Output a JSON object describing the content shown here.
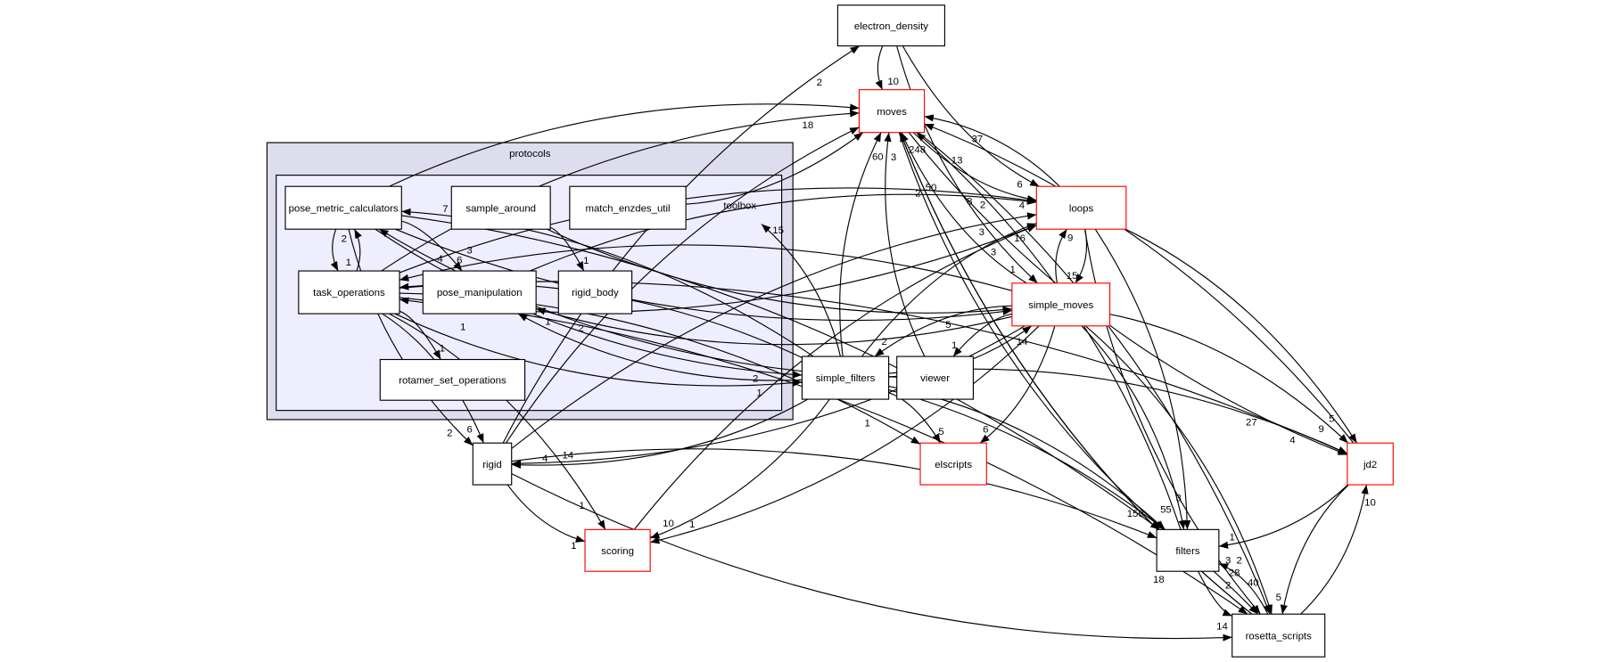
{
  "colors": {
    "highlight_border": "#ff0000",
    "outer_cluster": "#ddddee",
    "inner_cluster": "#eeeeff"
  },
  "clusters": {
    "outer_label": "protocols",
    "inner_label": "toolbox"
  },
  "nodes": {
    "electron_density": {
      "label": "electron_density",
      "highlighted": false
    },
    "moves": {
      "label": "moves",
      "highlighted": true
    },
    "loops": {
      "label": "loops",
      "highlighted": true
    },
    "simple_moves": {
      "label": "simple_moves",
      "highlighted": true
    },
    "viewer": {
      "label": "viewer",
      "highlighted": false
    },
    "simple_filters": {
      "label": "simple_filters",
      "highlighted": false
    },
    "pose_metric_calculators": {
      "label": "pose_metric_calculators",
      "highlighted": false
    },
    "sample_around": {
      "label": "sample_around",
      "highlighted": false
    },
    "match_enzdes_util": {
      "label": "match_enzdes_util",
      "highlighted": false
    },
    "task_operations": {
      "label": "task_operations",
      "highlighted": false
    },
    "pose_manipulation": {
      "label": "pose_manipulation",
      "highlighted": false
    },
    "rigid_body": {
      "label": "rigid_body",
      "highlighted": false
    },
    "rotamer_set_operations": {
      "label": "rotamer_set_operations",
      "highlighted": false
    },
    "rigid": {
      "label": "rigid",
      "highlighted": false
    },
    "elscripts": {
      "label": "elscripts",
      "highlighted": true
    },
    "jd2": {
      "label": "jd2",
      "highlighted": true
    },
    "scoring": {
      "label": "scoring",
      "highlighted": true
    },
    "filters": {
      "label": "filters",
      "highlighted": false
    },
    "rosetta_scripts": {
      "label": "rosetta_scripts",
      "highlighted": false
    }
  },
  "edges": [
    {
      "from": "electron_density",
      "to": "moves",
      "label": "10"
    },
    {
      "from": "electron_density",
      "to": "loops",
      "label": "6"
    },
    {
      "from": "electron_density",
      "to": "simple_moves",
      "label": "1"
    },
    {
      "from": "rigid",
      "to": "electron_density",
      "label": "2"
    },
    {
      "from": "pose_metric_calculators",
      "to": "moves",
      "label": ""
    },
    {
      "from": "match_enzdes_util",
      "to": "moves",
      "label": ""
    },
    {
      "from": "task_operations",
      "to": "moves",
      "label": "18"
    },
    {
      "from": "rigid",
      "to": "moves",
      "label": ""
    },
    {
      "from": "filters",
      "to": "moves",
      "label": "13"
    },
    {
      "from": "simple_filters",
      "to": "moves",
      "label": "60"
    },
    {
      "from": "viewer",
      "to": "moves",
      "label": "3"
    },
    {
      "from": "loops",
      "to": "moves",
      "label": ""
    },
    {
      "from": "simple_moves",
      "to": "moves",
      "label": "248"
    },
    {
      "from": "jd2",
      "to": "moves",
      "label": "37"
    },
    {
      "from": "rosetta_scripts",
      "to": "moves",
      "label": "50"
    },
    {
      "from": "moves",
      "to": "loops",
      "label": "4"
    },
    {
      "from": "moves",
      "to": "jd2",
      "label": "4"
    },
    {
      "from": "moves",
      "to": "rosetta_scripts",
      "label": "2"
    },
    {
      "from": "moves",
      "to": "filters",
      "label": ""
    },
    {
      "from": "pose_manipulation",
      "to": "loops",
      "label": "2"
    },
    {
      "from": "task_operations",
      "to": "loops",
      "label": "8"
    },
    {
      "from": "simple_filters",
      "to": "loops",
      "label": "16"
    },
    {
      "from": "simple_moves",
      "to": "loops",
      "label": "9"
    },
    {
      "from": "scoring",
      "to": "loops",
      "label": "3"
    },
    {
      "from": "rigid",
      "to": "loops",
      "label": "3"
    },
    {
      "from": "loops",
      "to": "simple_moves",
      "label": "15"
    },
    {
      "from": "loops",
      "to": "task_operations",
      "label": "1"
    },
    {
      "from": "loops",
      "to": "filters",
      "label": "3"
    },
    {
      "from": "loops",
      "to": "jd2",
      "label": "5"
    },
    {
      "from": "loops",
      "to": "rosetta_scripts",
      "label": "2"
    },
    {
      "from": "pose_metric_calculators",
      "to": "simple_moves",
      "label": "5"
    },
    {
      "from": "simple_filters",
      "to": "simple_moves",
      "label": "14"
    },
    {
      "from": "simple_moves",
      "to": "simple_filters",
      "label": "2"
    },
    {
      "from": "simple_moves",
      "to": "task_operations",
      "label": "6"
    },
    {
      "from": "simple_moves",
      "to": "pose_manipulation",
      "label": "2"
    },
    {
      "from": "simple_moves",
      "to": "viewer",
      "label": "1"
    },
    {
      "from": "simple_moves",
      "to": "elscripts",
      "label": "6"
    },
    {
      "from": "simple_moves",
      "to": "rigid",
      "label": "14"
    },
    {
      "from": "simple_moves",
      "to": "scoring",
      "label": "1"
    },
    {
      "from": "simple_moves",
      "to": "filters",
      "label": "55"
    },
    {
      "from": "simple_moves",
      "to": "rosetta_scripts",
      "label": "40"
    },
    {
      "from": "simple_moves",
      "to": "jd2",
      "label": "9"
    },
    {
      "from": "pose_metric_calculators",
      "to": "task_operations",
      "label": "1"
    },
    {
      "from": "task_operations",
      "to": "pose_metric_calculators",
      "label": "2"
    },
    {
      "from": "pose_metric_calculators",
      "to": "pose_manipulation",
      "label": "3"
    },
    {
      "from": "pose_metric_calculators",
      "to": "rigid",
      "label": "2"
    },
    {
      "from": "pose_metric_calculators",
      "to": "simple_filters",
      "label": "2"
    },
    {
      "from": "pose_metric_calculators",
      "to": "filters",
      "label": ""
    },
    {
      "from": "sample_around",
      "to": "rigid_body",
      "label": "1"
    },
    {
      "from": "sample_around",
      "to": "simple_moves",
      "label": ""
    },
    {
      "from": "simple_filters",
      "to": "pose_metric_calculators",
      "label": "7"
    },
    {
      "from": "simple_filters",
      "to": "pose_manipulation",
      "label": "1"
    },
    {
      "from": "simple_filters",
      "to": "task_operations",
      "label": "4"
    },
    {
      "from": "task_operations",
      "to": "simple_filters",
      "label": "1"
    },
    {
      "from": "task_operations",
      "to": "rotamer_set_operations",
      "label": "1"
    },
    {
      "from": "task_operations",
      "to": "rigid",
      "label": "6"
    },
    {
      "from": "task_operations",
      "to": "scoring",
      "label": "1"
    },
    {
      "from": "task_operations",
      "to": "elscripts",
      "label": "1"
    },
    {
      "from": "task_operations",
      "to": "jd2",
      "label": "27"
    },
    {
      "from": "task_operations",
      "to": "rosetta_scripts",
      "label": "18"
    },
    {
      "from": "simple_filters",
      "to": "toolbox",
      "label": "15"
    },
    {
      "from": "simple_filters",
      "to": "rigid",
      "label": "4"
    },
    {
      "from": "simple_filters",
      "to": "scoring",
      "label": "10"
    },
    {
      "from": "simple_filters",
      "to": "elscripts",
      "label": "5"
    },
    {
      "from": "simple_filters",
      "to": "filters",
      "label": "159"
    },
    {
      "from": "simple_filters",
      "to": "rosetta_scripts",
      "label": "28"
    },
    {
      "from": "simple_filters",
      "to": "jd2",
      "label": ""
    },
    {
      "from": "viewer",
      "to": "pose_metric_calculators",
      "label": ""
    },
    {
      "from": "rigid",
      "to": "scoring",
      "label": "1"
    },
    {
      "from": "rigid",
      "to": "rosetta_scripts",
      "label": ""
    },
    {
      "from": "rigid",
      "to": "filters",
      "label": ""
    },
    {
      "from": "jd2",
      "to": "filters",
      "label": "1"
    },
    {
      "from": "jd2",
      "to": "rosetta_scripts",
      "label": "5"
    },
    {
      "from": "rosetta_scripts",
      "to": "jd2",
      "label": "10"
    },
    {
      "from": "filters",
      "to": "rosetta_scripts",
      "label": "14"
    },
    {
      "from": "rosetta_scripts",
      "to": "filters",
      "label": "3"
    },
    {
      "from": "rosetta_scripts",
      "to": "moves",
      "label": "2"
    }
  ]
}
